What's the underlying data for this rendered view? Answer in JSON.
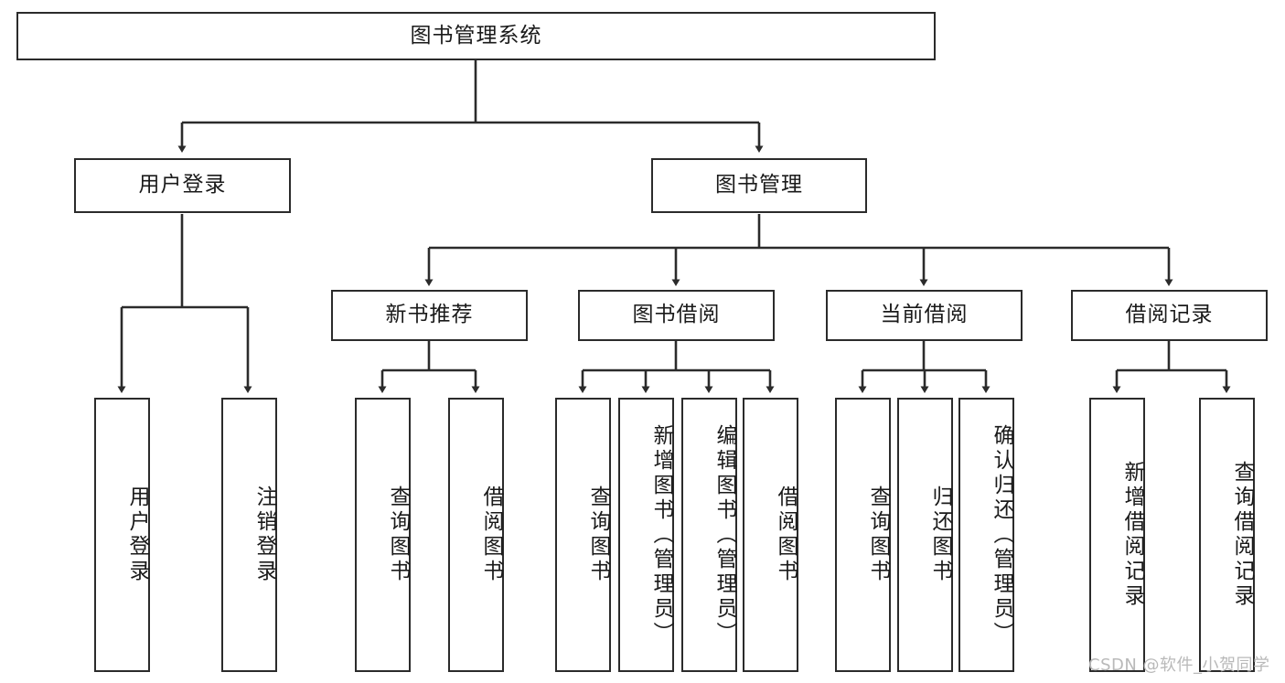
{
  "diagram": {
    "title": "图书管理系统",
    "type": "tree-hierarchy",
    "watermark": "CSDN @软件_小贺同学",
    "colors": {
      "background": "#ffffff",
      "box_border": "#2b2b2b",
      "box_fill": "#ffffff",
      "text": "#1a1a1a",
      "edge": "#2b2b2b",
      "watermark": "#b9b9b9"
    }
  },
  "nodes": {
    "root": {
      "label": "图书管理系统"
    },
    "level1": [
      {
        "label": "用户登录"
      },
      {
        "label": "图书管理"
      }
    ],
    "level2": [
      {
        "label": "新书推荐"
      },
      {
        "label": "图书借阅"
      },
      {
        "label": "当前借阅"
      },
      {
        "label": "借阅记录"
      }
    ],
    "leaves_login": [
      {
        "label": "用户登录"
      },
      {
        "label": "注销登录"
      }
    ],
    "leaves_newbook": [
      {
        "label": "查询图书"
      },
      {
        "label": "借阅图书"
      }
    ],
    "leaves_borrow": [
      {
        "label": "查询图书"
      },
      {
        "label": "新增图书（管理员）"
      },
      {
        "label": "编辑图书（管理员）"
      },
      {
        "label": "借阅图书"
      }
    ],
    "leaves_current": [
      {
        "label": "查询图书"
      },
      {
        "label": "归还图书"
      },
      {
        "label": "确认归还（管理员）"
      }
    ],
    "leaves_record": [
      {
        "label": "新增借阅记录"
      },
      {
        "label": "查询借阅记录"
      }
    ]
  }
}
